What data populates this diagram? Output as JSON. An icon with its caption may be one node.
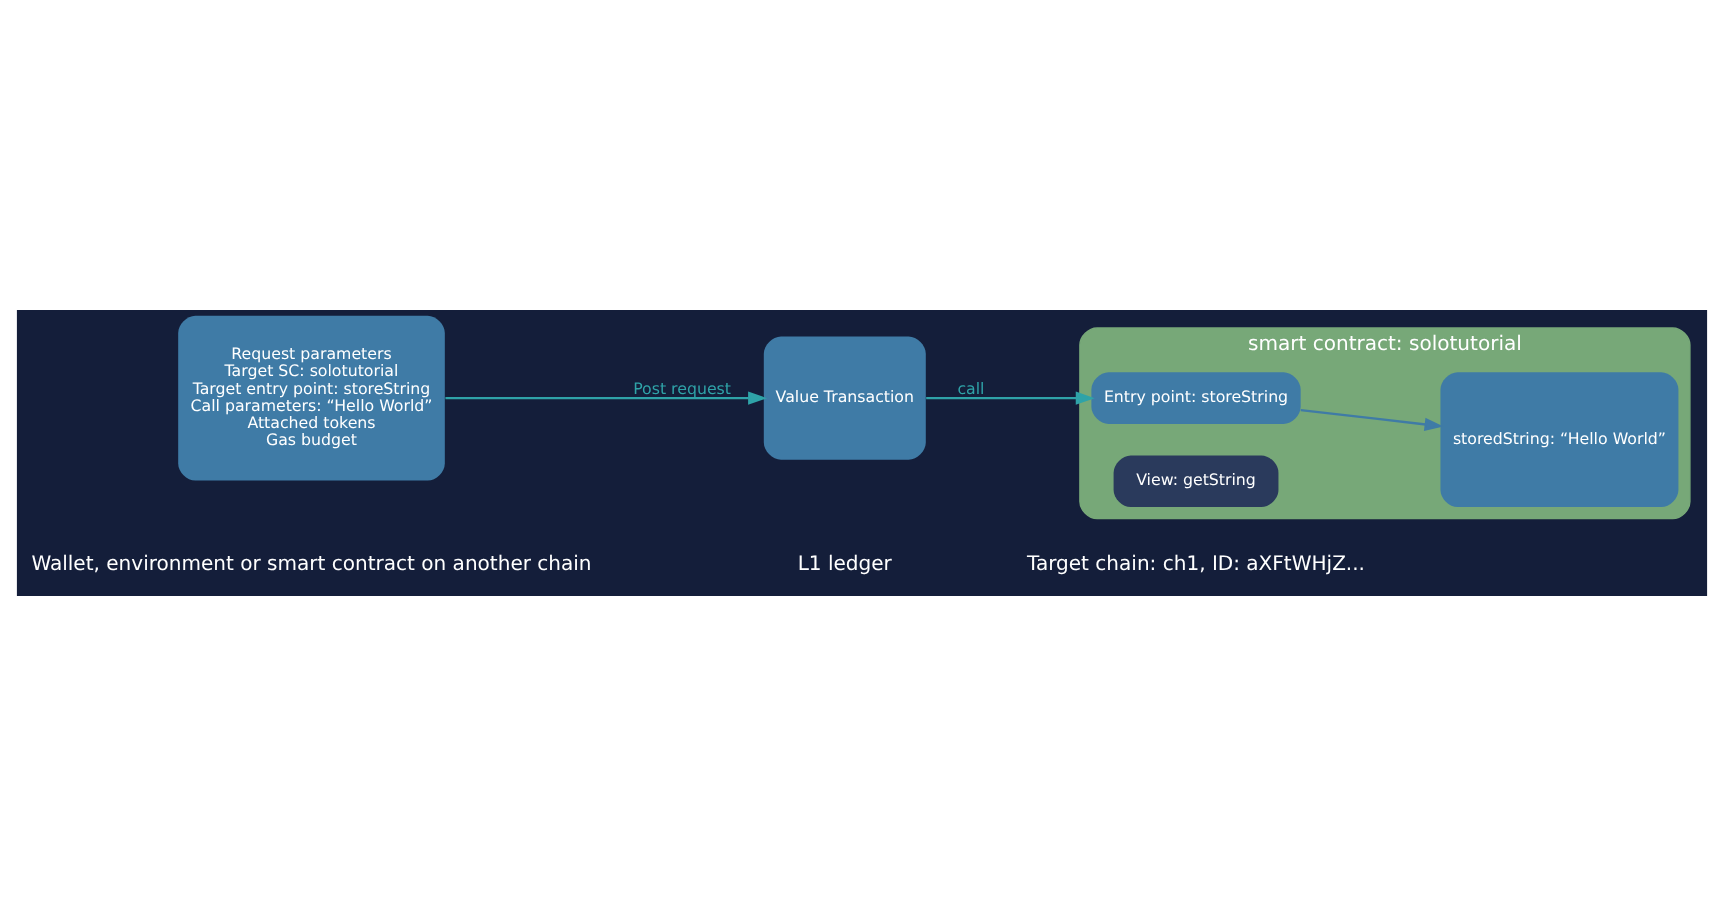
{
  "diagram": {
    "nodes": [
      {
        "text": [
          "Request parameters",
          "Target SC: solotutorial",
          "Target entry point: storeString",
          "Call parameters: “Hello World”",
          "Attached tokens",
          "Gas budget"
        ]
      },
      {
        "text": [
          "Value Transaction"
        ]
      },
      {
        "text": [
          "smart contract: solotutorial"
        ]
      },
      {
        "text": [
          "Entry point: storeString"
        ],
        "in": 2
      },
      {
        "text": [
          "View: getString"
        ],
        "in": 2
      },
      {
        "text": [
          "storedString: “Hello World”"
        ],
        "in": 2
      }
    ],
    "edges": [
      {
        "from": 0,
        "to": 1,
        "arrow": "to",
        "label": "Post request"
      },
      {
        "from": 1,
        "to": 3,
        "arrow": "to",
        "label": "call"
      },
      {
        "from": 3,
        "to": 5,
        "arrow": "to",
        "color": "#3f7ba6"
      }
    ],
    "labels": [
      "Wallet, environment or smart contract on another chain",
      "L1 ledger",
      "Target chain: ch1, ID: aXFtWHjZ..."
    ]
  }
}
